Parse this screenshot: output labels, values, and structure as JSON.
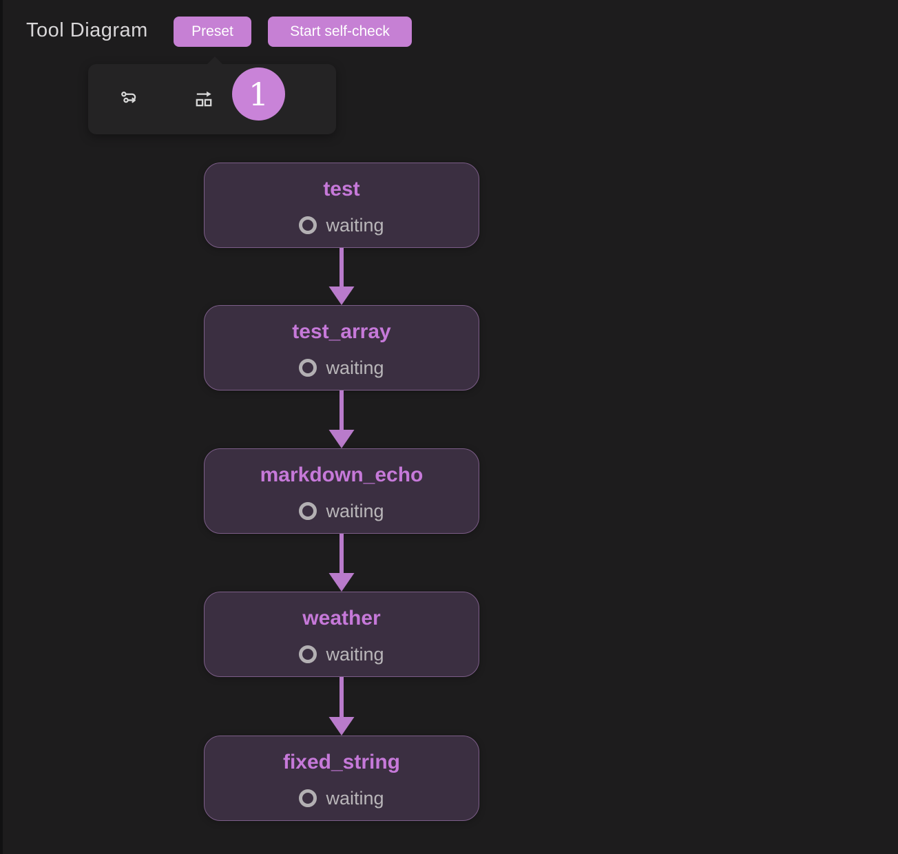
{
  "header": {
    "title": "Tool Diagram",
    "preset_button": "Preset",
    "start_button": "Start self-check"
  },
  "toolbar": {
    "icons": [
      {
        "name": "route-icon"
      },
      {
        "name": "forward-split-icon"
      }
    ],
    "badge_count": "1"
  },
  "diagram": {
    "nodes": [
      {
        "title": "test",
        "status": "waiting"
      },
      {
        "title": "test_array",
        "status": "waiting"
      },
      {
        "title": "markdown_echo",
        "status": "waiting"
      },
      {
        "title": "weather",
        "status": "waiting"
      },
      {
        "title": "fixed_string",
        "status": "waiting"
      }
    ]
  },
  "colors": {
    "background": "#1d1c1d",
    "accent_purple": "#c680d4",
    "badge_purple": "#c983d8",
    "node_background": "#3b2f41",
    "node_border": "#7d5e89",
    "node_title": "#c679d9",
    "arrow": "#b97bcb",
    "status_text": "#b9b6b9",
    "status_ring": "#b3b0b3",
    "header_text": "#d8d6d8"
  }
}
